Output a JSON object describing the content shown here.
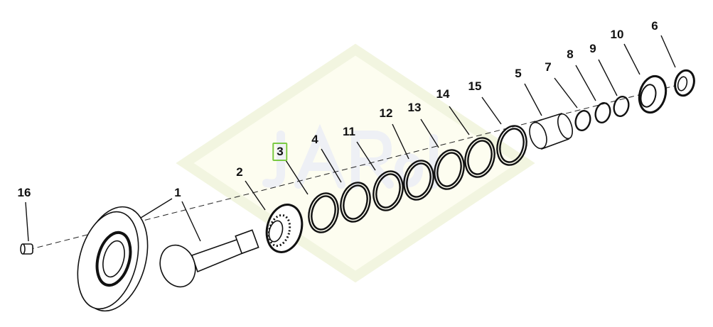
{
  "watermark": "JARol",
  "selected_callout": "3",
  "highlight_color": "#7ac943",
  "callouts": [
    "16",
    "1",
    "1",
    "2",
    "3",
    "4",
    "11",
    "12",
    "13",
    "14",
    "15",
    "5",
    "7",
    "8",
    "9",
    "10",
    "6"
  ]
}
